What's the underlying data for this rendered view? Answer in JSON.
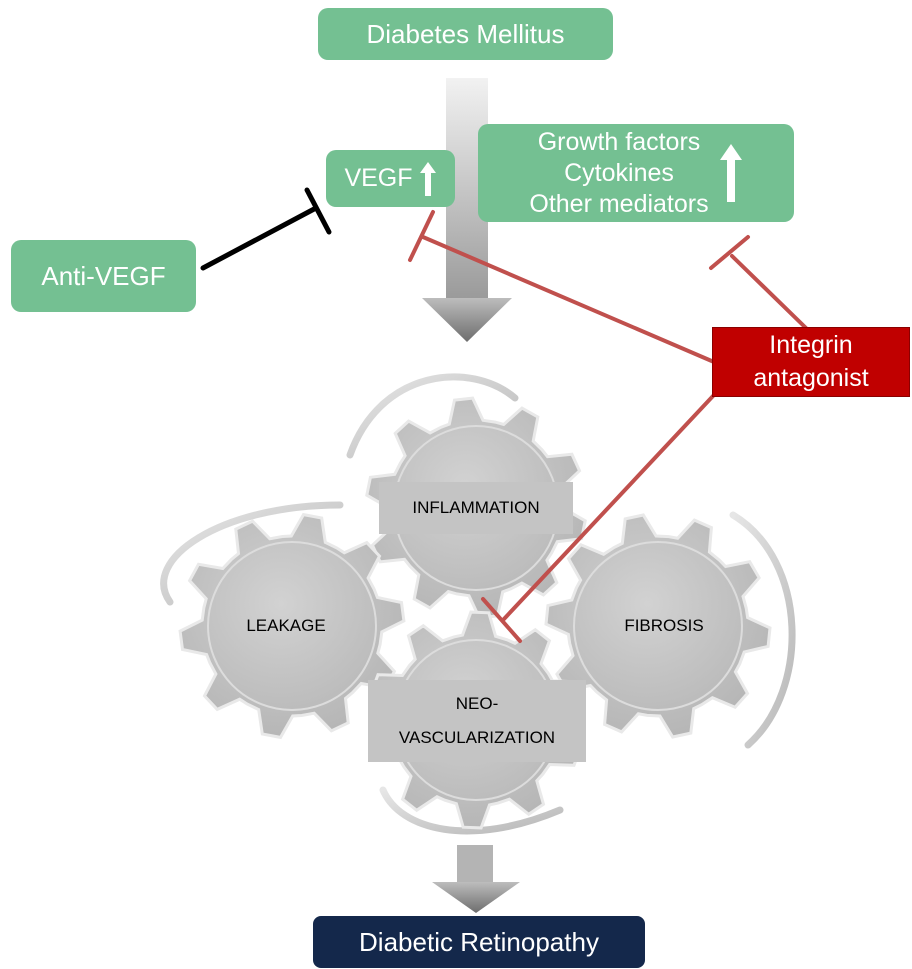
{
  "colors": {
    "green": "#74c092",
    "red": "#c00000",
    "red_line": "#c0504d",
    "navy": "#14284b",
    "gear": "#c8c8c8",
    "black_line": "#000000"
  },
  "top": {
    "title": "Diabetes Mellitus"
  },
  "mediators": {
    "vegf": "VEGF",
    "factors": [
      "Growth factors",
      "Cytokines",
      "Other mediators"
    ],
    "arrow_icon": "up-arrow-icon"
  },
  "drugs": {
    "anti_vegf": "Anti-VEGF",
    "integrin_line1": "Integrin",
    "integrin_line2": "antagonist"
  },
  "gears": {
    "inflammation": "INFLAMMATION",
    "leakage": "LEAKAGE",
    "fibrosis": "FIBROSIS",
    "neo_line1": "NEO-",
    "neo_line2": "VASCULARIZATION"
  },
  "outcome": {
    "title": "Diabetic Retinopathy"
  }
}
